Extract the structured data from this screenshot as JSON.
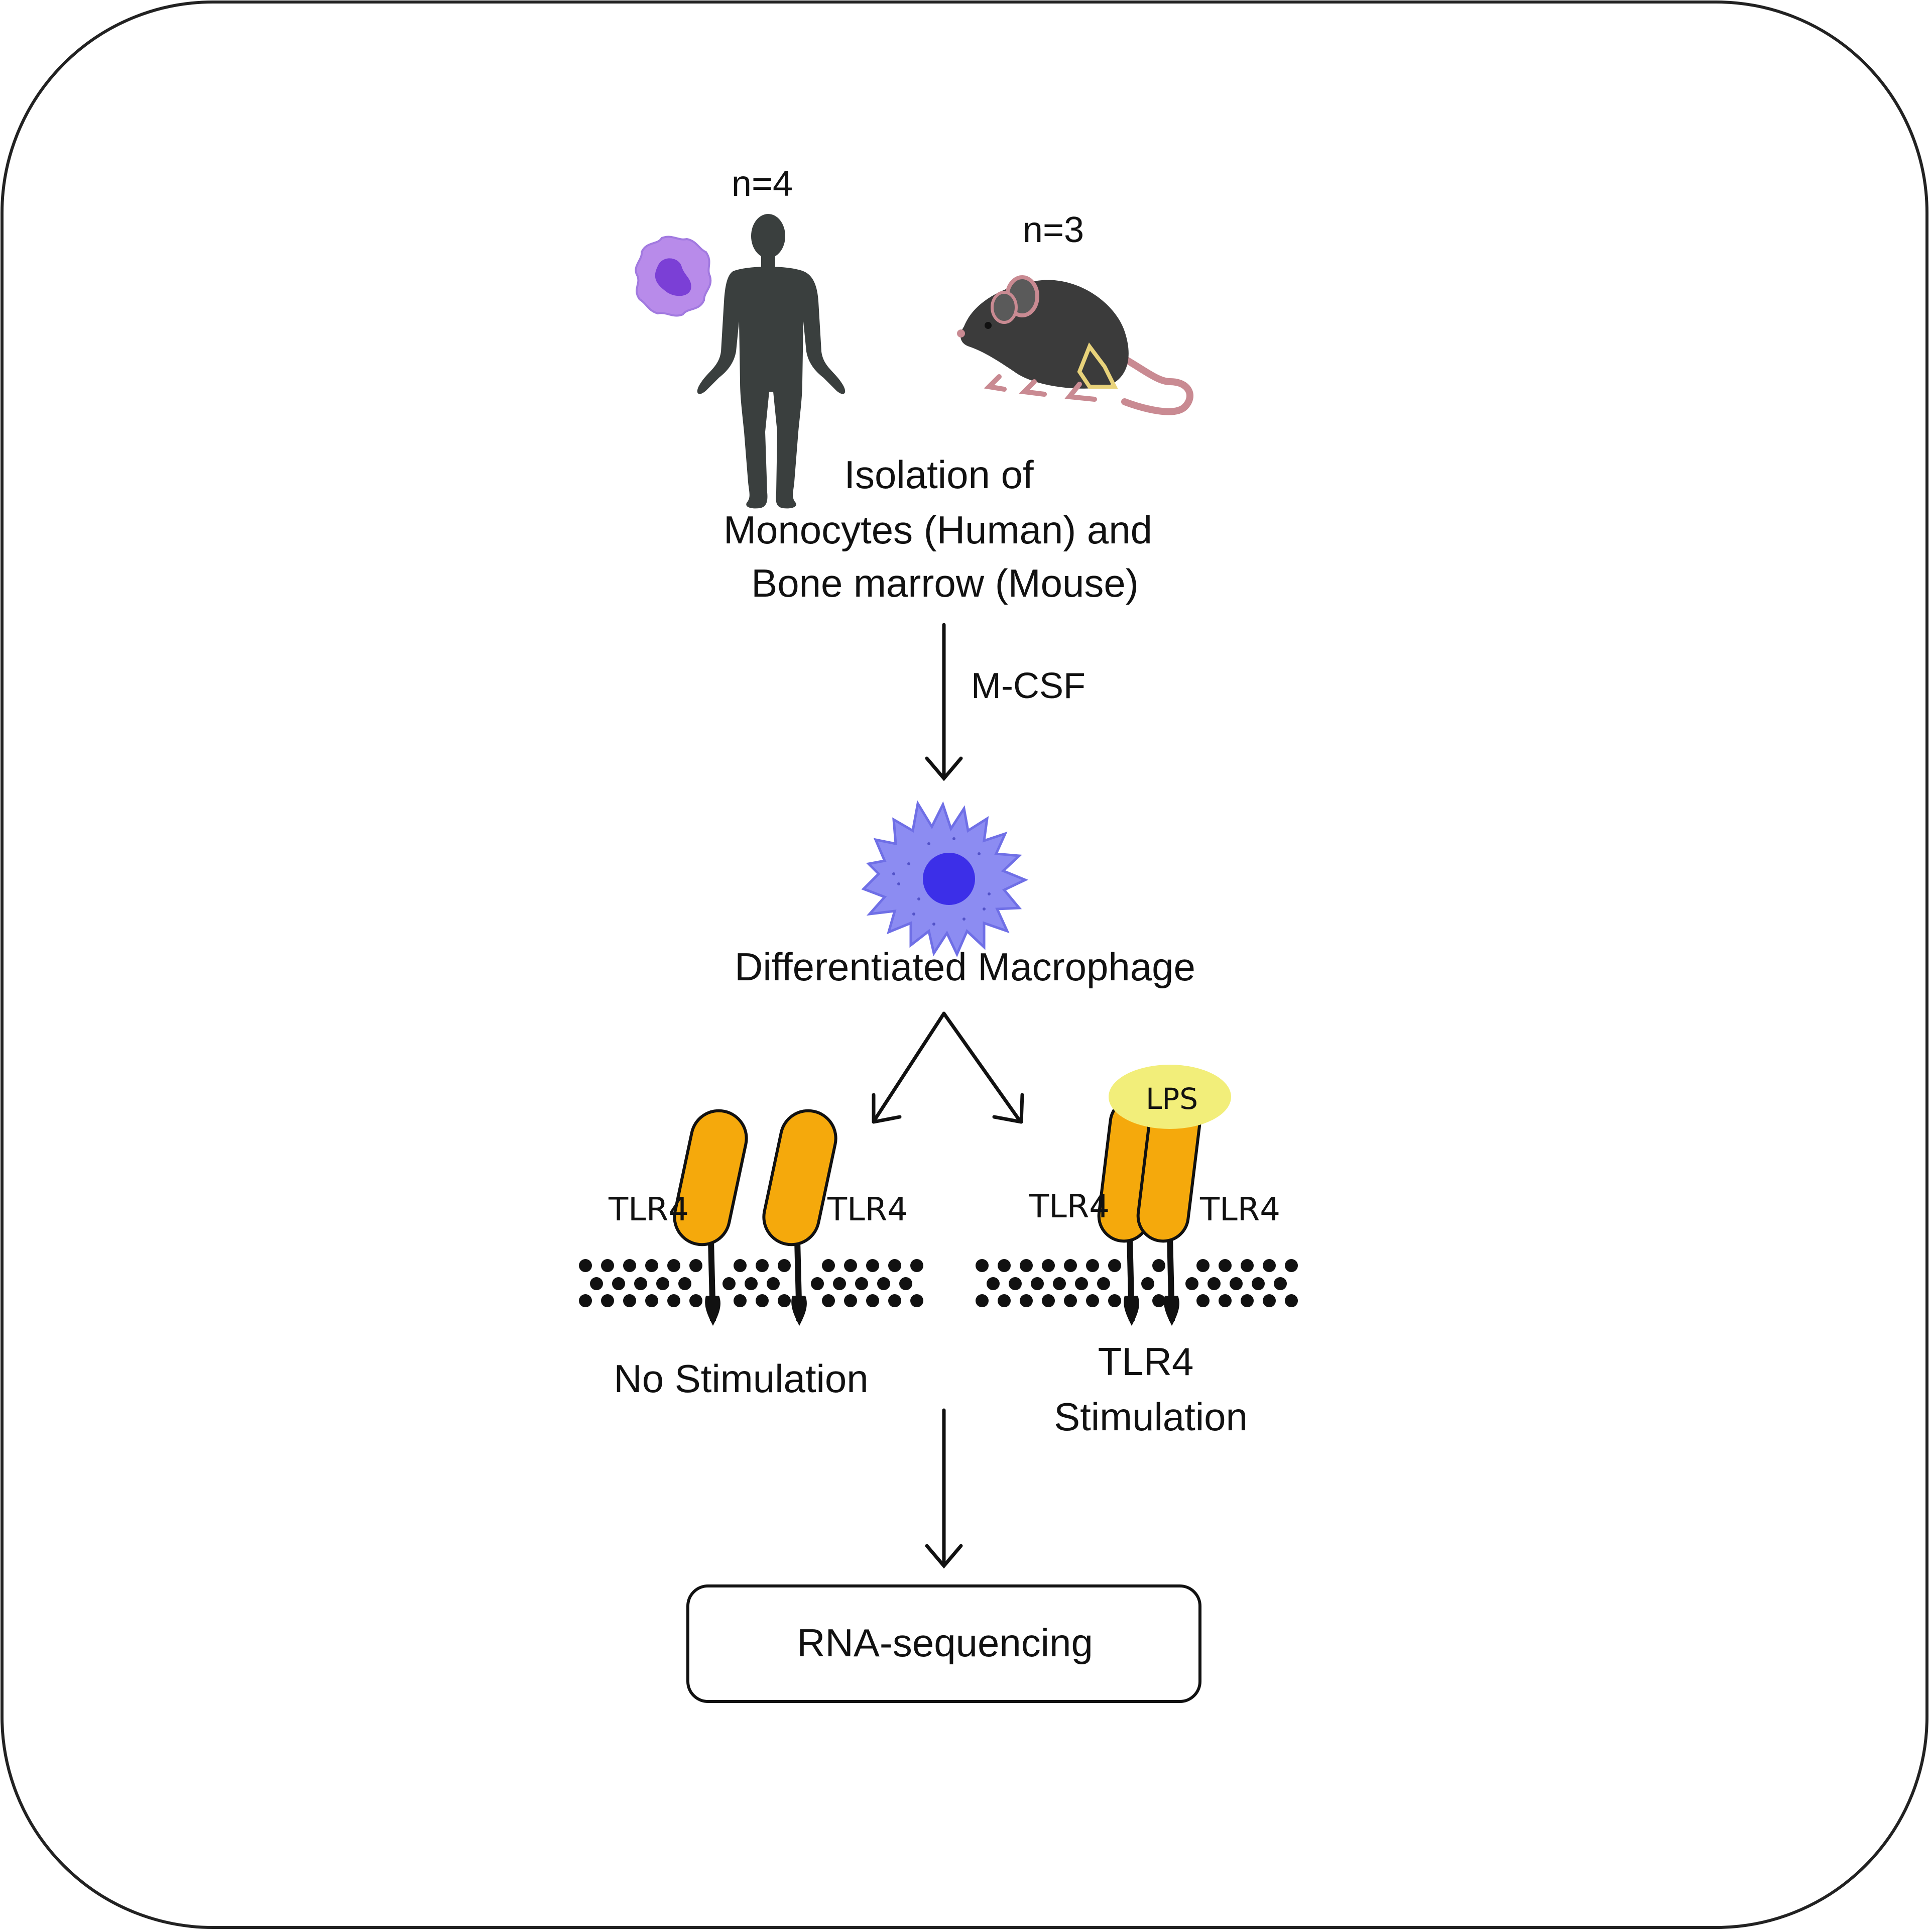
{
  "labels": {
    "n_human": "n=4",
    "n_mouse": "n=3",
    "isolation_line1": "Isolation of",
    "isolation_line2": "Monocytes (Human) and",
    "isolation_line3": "Bone marrow (Mouse)",
    "treatment": "M-CSF",
    "macrophage": "Differentiated Macrophage",
    "receptor_left_a": "TLR4",
    "receptor_left_b": "TLR4",
    "receptor_right_a": "TLR4",
    "receptor_right_b": "TLR4",
    "ligand": "LPS",
    "no_stim": "No Stimulation",
    "stim_line1": "TLR4",
    "stim_line2": "Stimulation",
    "output": "RNA-sequencing"
  },
  "colors": {
    "receptor": "#F5A90C",
    "lps": "#F2EE7A",
    "monocyte_cell": "#B88BEA",
    "monocyte_nucleus": "#7B3FD6",
    "macrophage_cell": "#8C8CF2",
    "macrophage_nucleus": "#3C2FE8",
    "silhouette": "#3A3F3E",
    "mouse_body": "#3B3B3B",
    "mouse_tail": "#C98A92"
  },
  "icons": [
    "monocyte-icon",
    "human-silhouette-icon",
    "mouse-icon",
    "macrophage-icon",
    "tlr4-receptor-icon",
    "membrane-icon"
  ]
}
